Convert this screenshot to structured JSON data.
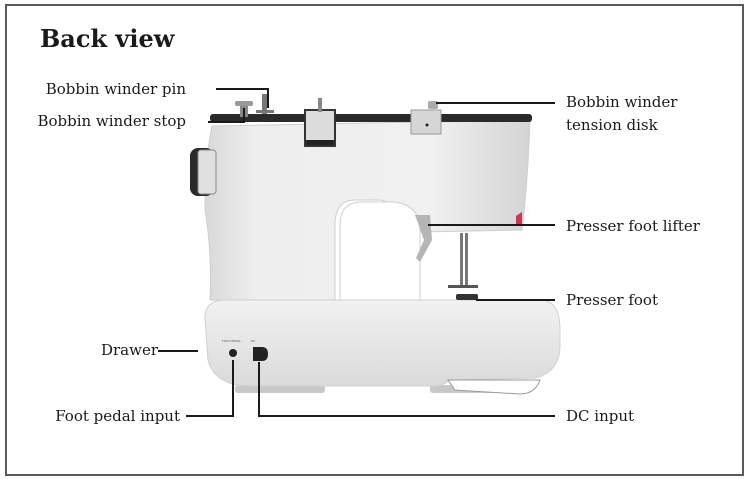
{
  "title": "Back view",
  "labels": {
    "bobbin_winder_pin": "Bobbin winder pin",
    "bobbin_winder_stop": "Bobbin winder stop",
    "bobbin_winder_tension_disk_line1": "Bobbin winder",
    "bobbin_winder_tension_disk_line2": "tension disk",
    "presser_foot_lifter": "Presser foot lifter",
    "presser_foot": "Presser foot",
    "drawer": "Drawer",
    "foot_pedal_input": "Foot pedal input",
    "dc_input": "DC input"
  },
  "colors": {
    "frame": "#5a5a5a",
    "body": "#e9e9e9",
    "accent_red": "#d9334a",
    "line": "#1a1a1a"
  }
}
